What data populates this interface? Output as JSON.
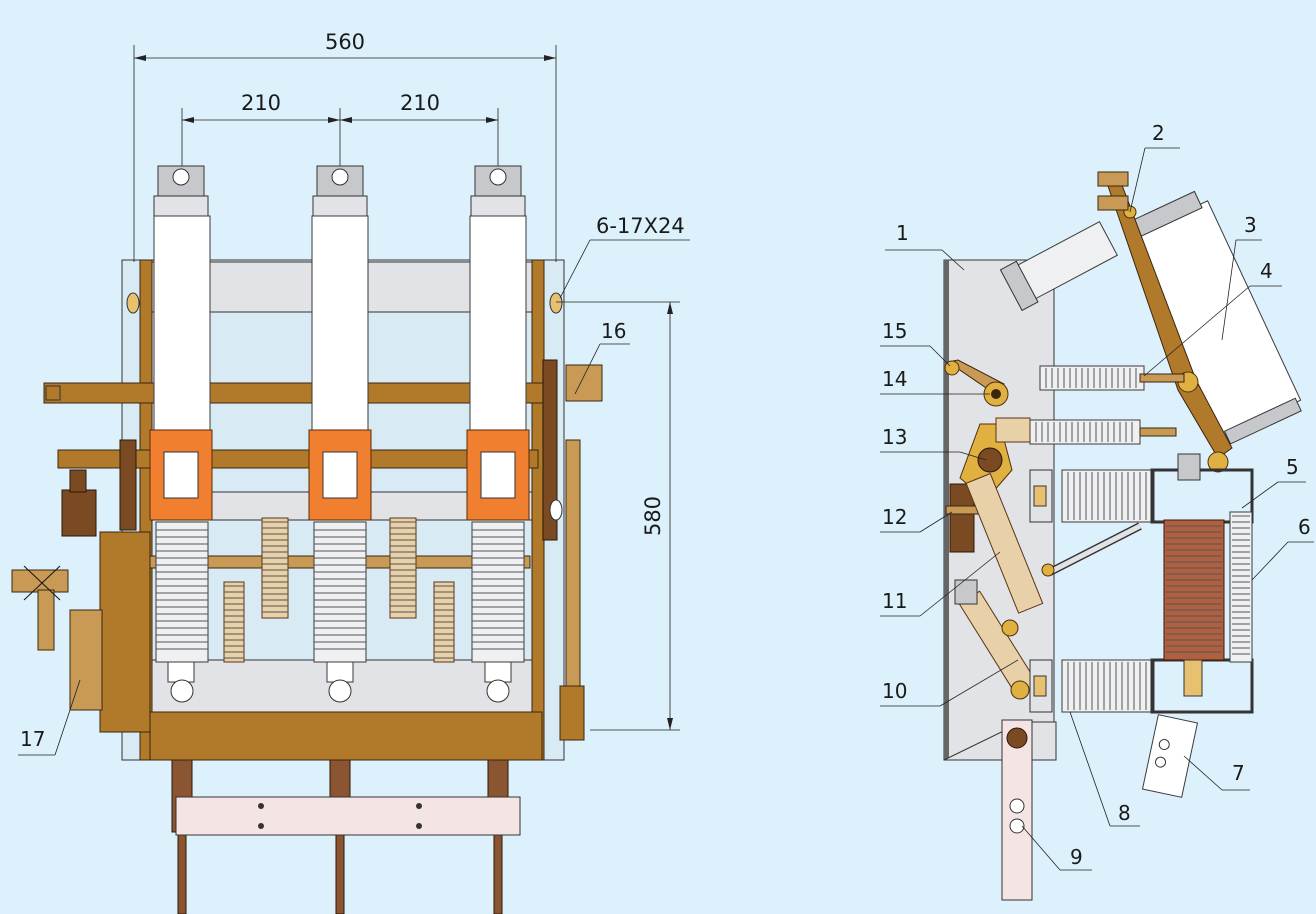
{
  "front_view": {
    "dim_width_total": "560",
    "dim_phase_spacing_left": "210",
    "dim_phase_spacing_right": "210",
    "dim_height": "580",
    "dim_holes": "6-17X24"
  },
  "callouts": {
    "c1": "1",
    "c2": "2",
    "c3": "3",
    "c4": "4",
    "c5": "5",
    "c6": "6",
    "c7": "7",
    "c8": "8",
    "c9": "9",
    "c10": "10",
    "c11": "11",
    "c12": "12",
    "c13": "13",
    "c14": "14",
    "c15": "15",
    "c16": "16",
    "c17": "17"
  },
  "colors": {
    "background": "#dcf1fb",
    "frame_metal": "#b07a2a",
    "fuse_holder": "#f08030",
    "insulator": "#ffffff"
  }
}
